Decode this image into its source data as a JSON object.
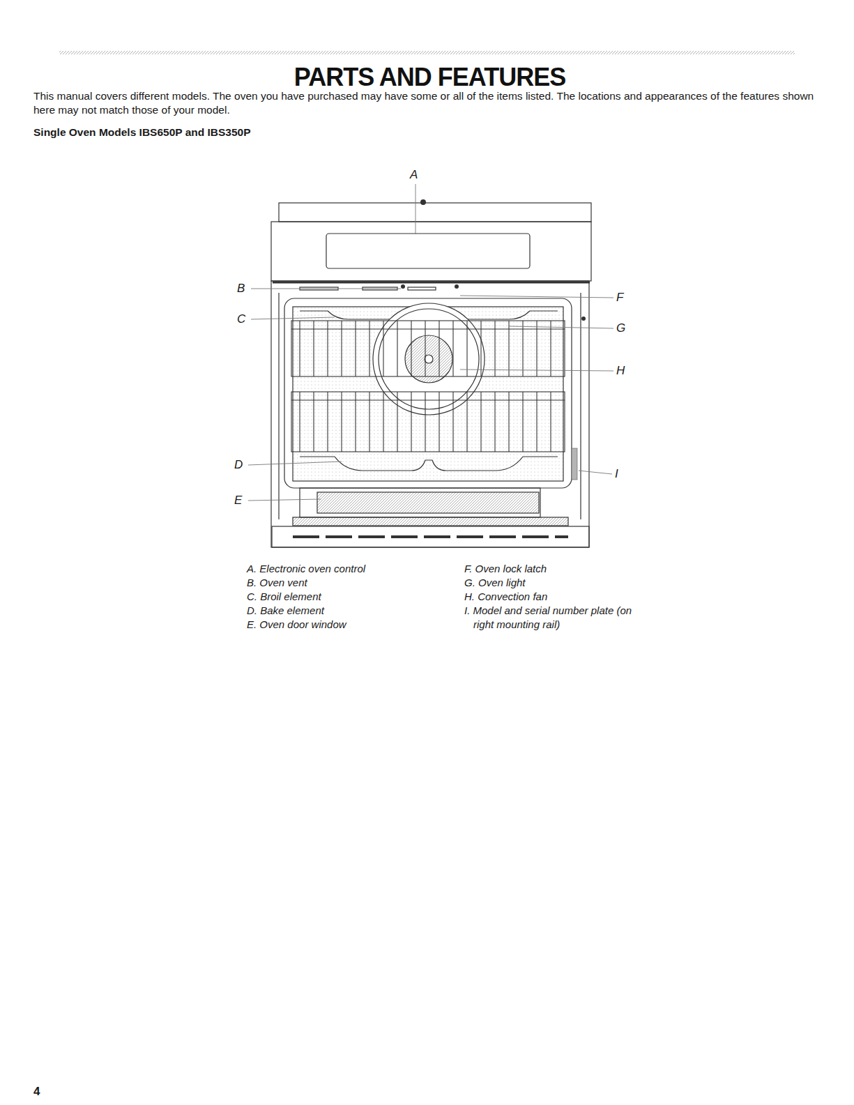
{
  "diagram": {
    "title": "PARTS AND FEATURES",
    "labels": [
      "This manual covers different models. The oven you have purchased may have some or all of the items listed. The locations and appearances of the features shown here may not match those of your model.",
      "Single Oven Models IBS650P and IBS350P",
      "A",
      "B",
      "C",
      "D",
      "E",
      "F",
      "G",
      "H",
      "I",
      "A. Electronic oven control",
      "B. Oven vent",
      "C. Broil element",
      "D. Bake element",
      "E. Oven door window",
      "F. Oven lock latch",
      "G. Oven light",
      "H. Convection fan",
      "I. Model and serial number plate (on right mounting rail)",
      "4"
    ]
  }
}
